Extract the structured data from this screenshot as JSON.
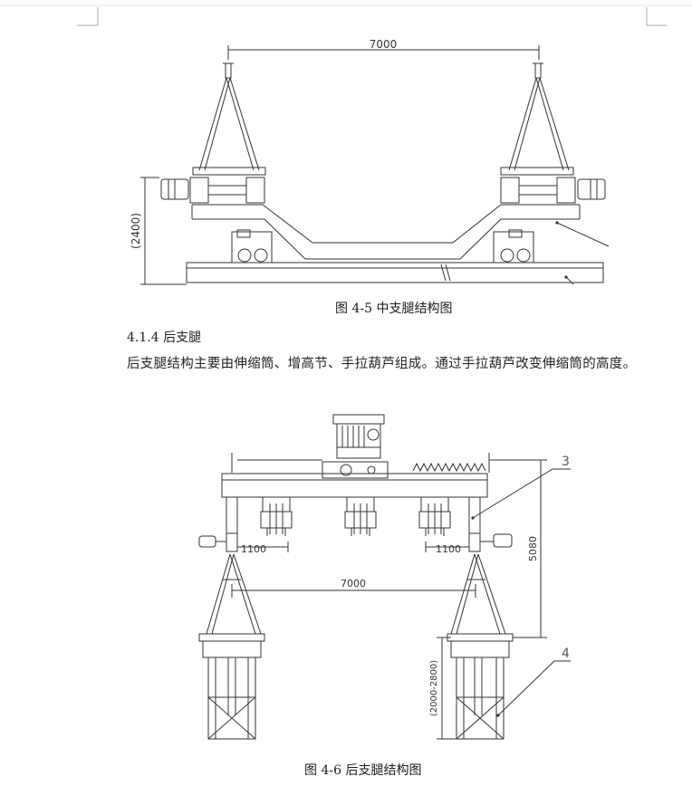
{
  "fig1": {
    "dim_width": "7000",
    "dim_height": "(2400)",
    "caption": "图 4-5 中支腿结构图"
  },
  "section": {
    "heading": "4.1.4 后支腿",
    "paragraph": "后支腿结构主要由伸缩筒、增高节、手拉葫芦组成。通过手拉葫芦改变伸缩筒的高度。"
  },
  "fig2": {
    "dim_1100_left": "1100",
    "dim_1100_right": "1100",
    "dim_width": "7000",
    "dim_height": "5080",
    "dim_range": "(2000-2800)",
    "label_3": "3",
    "label_4": "4",
    "caption": "图 4-6 后支腿结构图"
  }
}
